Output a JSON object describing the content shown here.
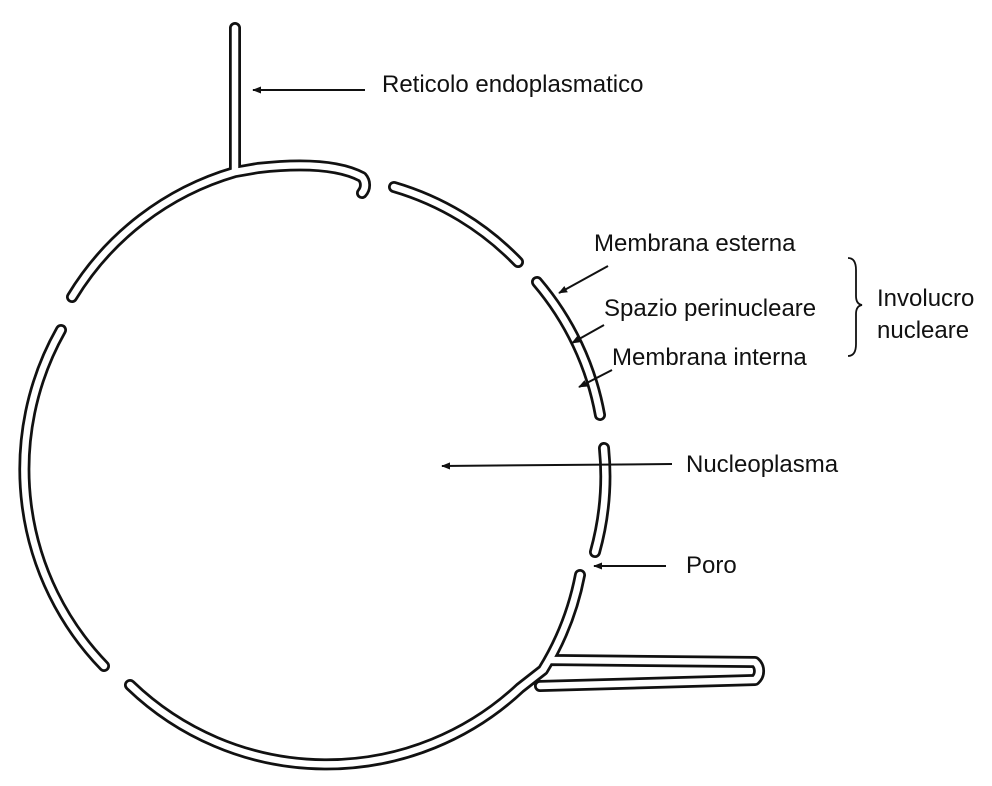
{
  "diagram": {
    "labels": {
      "er": "Reticolo endoplasmatico",
      "outer_membrane": "Membrana esterna",
      "perinuclear_space": "Spazio perinucleare",
      "inner_membrane": "Membrana interna",
      "envelope_line1": "Involucro",
      "envelope_line2": "nucleare",
      "nucleoplasm": "Nucleoplasma",
      "pore": "Poro"
    },
    "colors": {
      "ink": "#111111",
      "paper": "#ffffff"
    }
  }
}
